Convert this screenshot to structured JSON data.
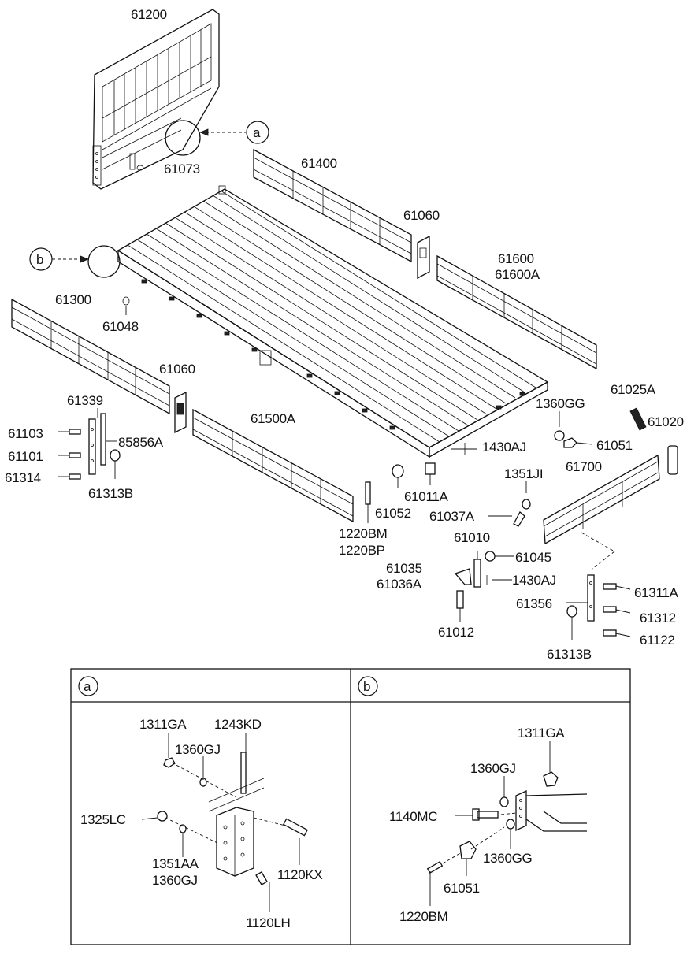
{
  "main_parts": {
    "p61200": "61200",
    "p61073": "61073",
    "p61400": "61400",
    "p61060_top": "61060",
    "p61600": "61600",
    "p61600A": "61600A",
    "p61300": "61300",
    "p61048": "61048",
    "p61060_mid": "61060",
    "p61339": "61339",
    "p85856A": "85856A",
    "p61103": "61103",
    "p61101": "61101",
    "p61314": "61314",
    "p61313B_left": "61313B",
    "p61500A": "61500A",
    "p61025A": "61025A",
    "p1360GG": "1360GG",
    "p61020": "61020",
    "p61051": "61051",
    "p1430AJ_top": "1430AJ",
    "p1351JI": "1351JI",
    "p61700": "61700",
    "p61037A": "61037A",
    "p61011A": "61011A",
    "p61052": "61052",
    "p1220BM": "1220BM",
    "p1220BP": "1220BP",
    "p61010": "61010",
    "p61045": "61045",
    "p61035": "61035",
    "p61036A": "61036A",
    "p1430AJ_low": "1430AJ",
    "p61012": "61012",
    "p61356": "61356",
    "p61311A": "61311A",
    "p61312": "61312",
    "p61122": "61122",
    "p61313B_right": "61313B"
  },
  "callouts": {
    "a": "a",
    "b": "b"
  },
  "detail_a": {
    "tag": "a",
    "p1311GA": "1311GA",
    "p1243KD": "1243KD",
    "p1360GJ_top": "1360GJ",
    "p1325LC": "1325LC",
    "p1351AA": "1351AA",
    "p1360GJ_low": "1360GJ",
    "p1120KX": "1120KX",
    "p1120LH": "1120LH"
  },
  "detail_b": {
    "tag": "b",
    "p1311GA": "1311GA",
    "p1360GJ": "1360GJ",
    "p1140MC": "1140MC",
    "p1360GG": "1360GG",
    "p61051": "61051",
    "p1220BM": "1220BM"
  }
}
